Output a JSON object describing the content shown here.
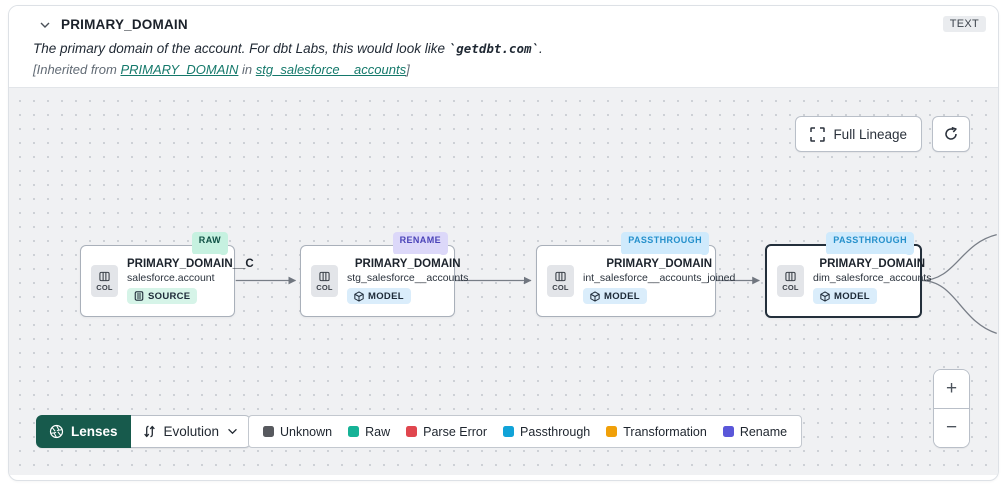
{
  "header": {
    "title": "PRIMARY_DOMAIN",
    "type_badge": "TEXT",
    "description_prefix": "The primary domain of the account. For dbt Labs, this would look like ",
    "description_code": "`getdbt.com`",
    "description_suffix": ".",
    "inherited_prefix": "[Inherited from ",
    "inherited_link_column": "PRIMARY_DOMAIN",
    "inherited_middle": " in ",
    "inherited_link_model": "stg_salesforce__accounts",
    "inherited_suffix": "]"
  },
  "canvas": {
    "full_lineage_label": "Full Lineage",
    "nodes": [
      {
        "badge": "RAW",
        "title": "PRIMARY_DOMAIN__C",
        "subtitle": "salesforce.account",
        "kind": "SOURCE",
        "col_label": "COL"
      },
      {
        "badge": "RENAME",
        "title": "PRIMARY_DOMAIN",
        "subtitle": "stg_salesforce__accounts",
        "kind": "MODEL",
        "col_label": "COL"
      },
      {
        "badge": "PASSTHROUGH",
        "title": "PRIMARY_DOMAIN",
        "subtitle": "int_salesforce__accounts_joined",
        "kind": "MODEL",
        "col_label": "COL"
      },
      {
        "badge": "PASSTHROUGH",
        "title": "PRIMARY_DOMAIN",
        "subtitle": "dim_salesforce_accounts",
        "kind": "MODEL",
        "col_label": "COL"
      }
    ]
  },
  "toolbar": {
    "lenses_label": "Lenses",
    "lens_selected": "Evolution"
  },
  "legend": {
    "items": [
      {
        "label": "Unknown",
        "color": "#57595e"
      },
      {
        "label": "Raw",
        "color": "#16b296"
      },
      {
        "label": "Parse Error",
        "color": "#e0464e"
      },
      {
        "label": "Passthrough",
        "color": "#11a3d8"
      },
      {
        "label": "Transformation",
        "color": "#f0a009"
      },
      {
        "label": "Rename",
        "color": "#5a57d9"
      }
    ]
  },
  "zoom_controls": {
    "zoom_in": "+",
    "zoom_out": "−"
  }
}
